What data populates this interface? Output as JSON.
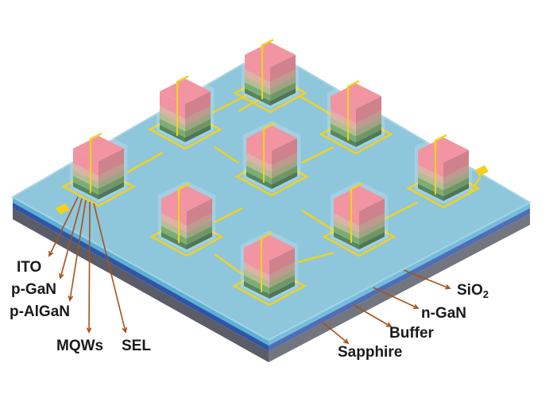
{
  "labels_left": {
    "ito": "ITO",
    "p_gan": "p-GaN",
    "p_algan": "p-AlGaN",
    "mqws": "MQWs",
    "sel": "SEL"
  },
  "labels_right": {
    "sio2_base": "SiO",
    "sio2_sub": "2",
    "n_gan": "n-GaN",
    "buffer": "Buffer",
    "sapphire": "Sapphire"
  },
  "colors": {
    "sio2_top": "#8ec6dc",
    "n_gan": "#5bb2d6",
    "buffer": "#2f55a8",
    "sapphire": "#5a5d68",
    "ito": "#f07c8c",
    "p_gan": "#d7a190",
    "p_algan": "#a9ae7c",
    "mqws": "#5f9c52",
    "sel": "#2f6b3b",
    "electrode": "#f2d21e",
    "leader_line": "#a6521a"
  },
  "layer_stack_order": [
    "ITO",
    "p-GaN",
    "p-AlGaN",
    "MQWs",
    "SEL"
  ],
  "device_count": 9
}
